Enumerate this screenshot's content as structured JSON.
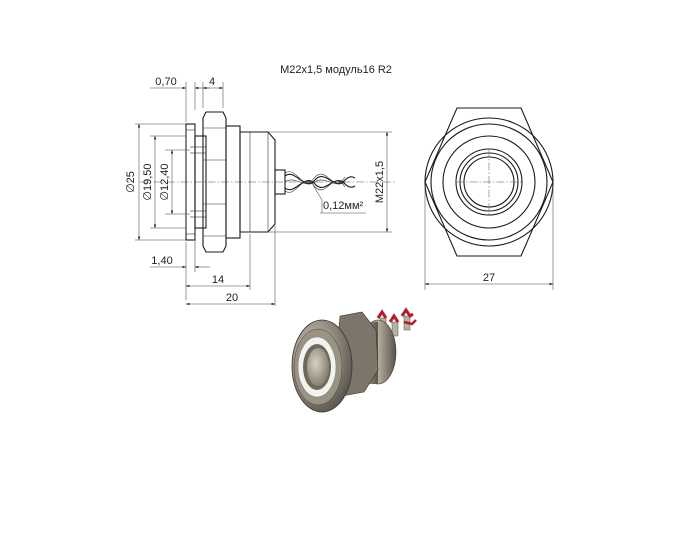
{
  "title": "M22x1,5 модуль16 R2",
  "dims": {
    "top_070": "0,70",
    "top_4": "4",
    "d25": "∅25",
    "d1950": "∅19,50",
    "d1240": "∅12,40",
    "wire": "0,12мм²",
    "thread": "M22x1,5",
    "d140": "1,40",
    "d14": "14",
    "d20": "20",
    "d27": "27"
  },
  "colors": {
    "line": "#1a1a1a",
    "body_metal": "#8a8478",
    "ring_light": "#f2f2ee",
    "wire_red": "#b0202a"
  }
}
